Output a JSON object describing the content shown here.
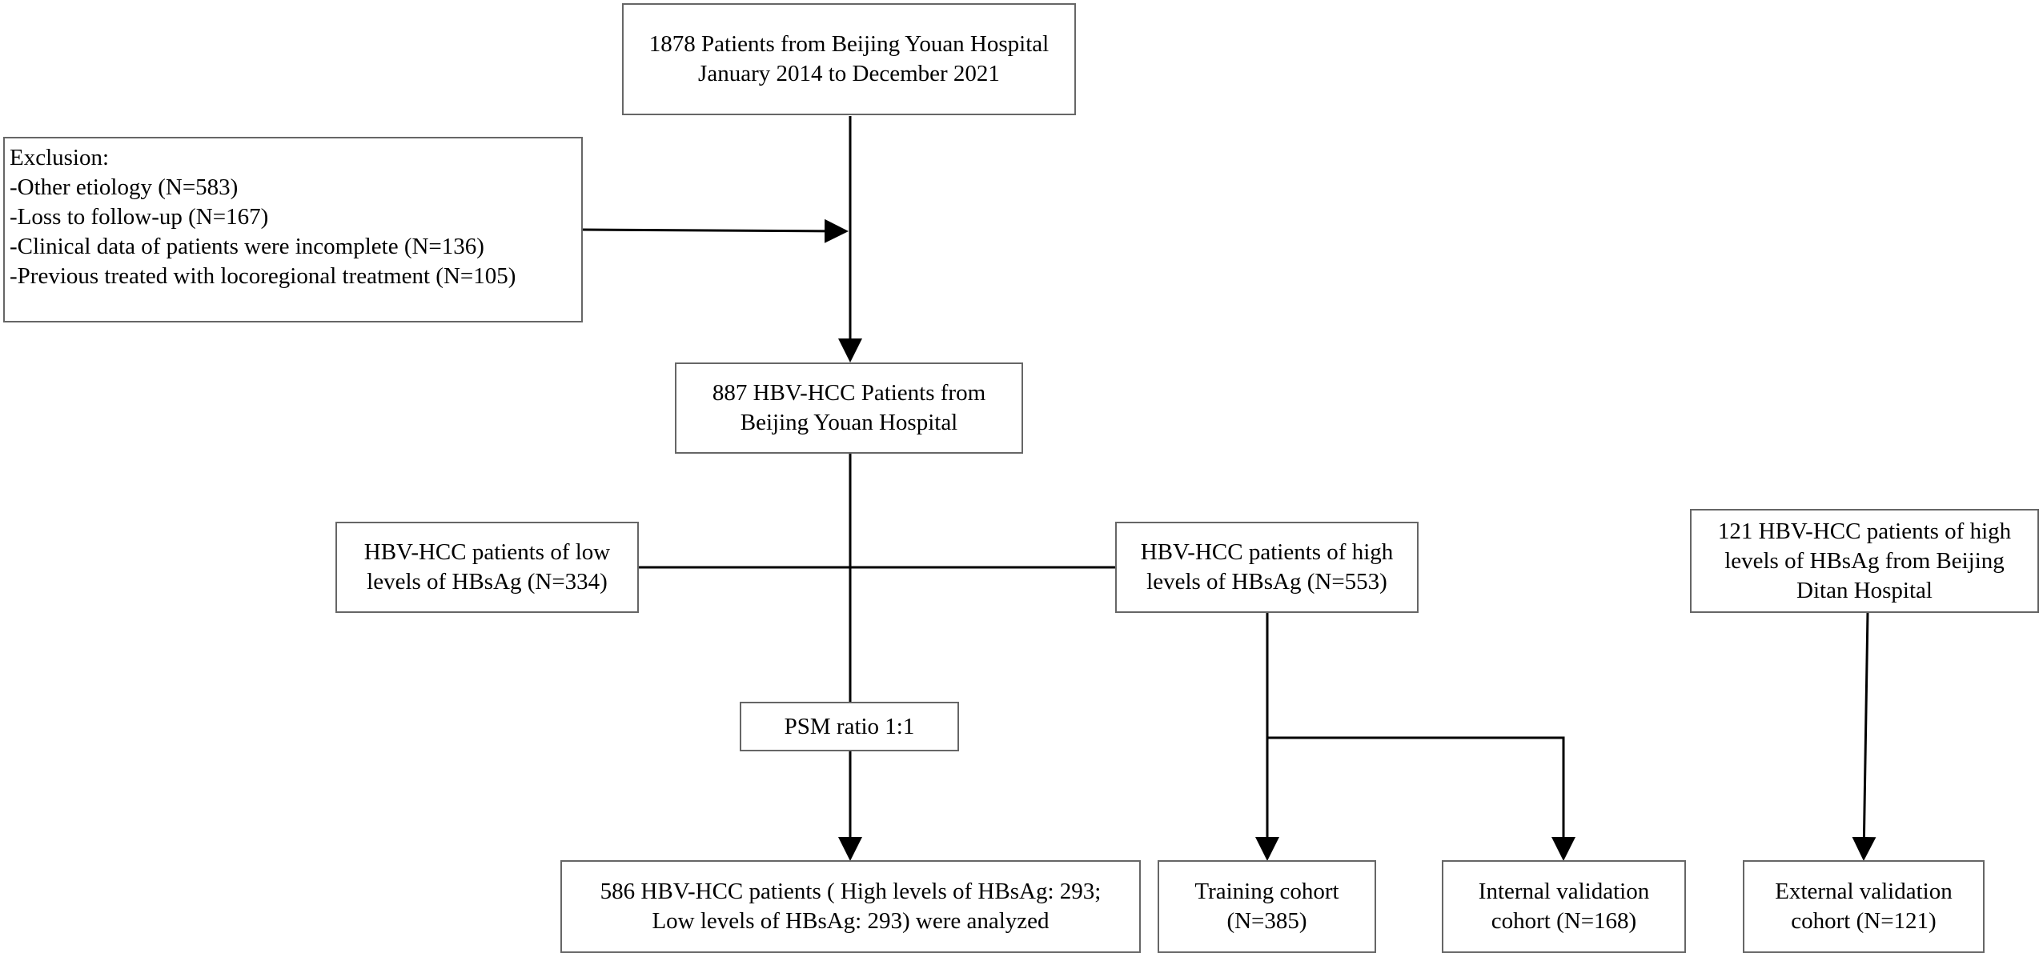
{
  "boxes": {
    "source": {
      "line1": "1878 Patients from Beijing Youan Hospital",
      "line2": "January 2014 to December 2021"
    },
    "exclusion": {
      "title": "Exclusion:",
      "items": [
        "-Other etiology (N=583)",
        "-Loss to follow-up (N=167)",
        "-Clinical data of patients were incomplete (N=136)",
        "-Previous treated with locoregional treatment (N=105)"
      ]
    },
    "included": {
      "line1": "887 HBV-HCC Patients from",
      "line2": "Beijing Youan Hospital"
    },
    "low_hbsag": {
      "line1": "HBV-HCC patients of low",
      "line2": "levels of HBsAg (N=334)"
    },
    "high_hbsag": {
      "line1": "HBV-HCC patients of high",
      "line2": "levels of HBsAg (N=553)"
    },
    "ditan": {
      "line1": "121 HBV-HCC patients of high",
      "line2": "levels of HBsAg from Beijing",
      "line3": "Ditan Hospital"
    },
    "psm": {
      "label": "PSM ratio 1:1"
    },
    "analyzed": {
      "line1": "586 HBV-HCC patients ( High levels of HBsAg: 293;",
      "line2": "Low levels of HBsAg: 293) were analyzed"
    },
    "training": {
      "line1": "Training cohort",
      "line2": "(N=385)"
    },
    "internal": {
      "line1": "Internal validation",
      "line2": "cohort (N=168)"
    },
    "external": {
      "line1": "External validation",
      "line2": "cohort (N=121)"
    }
  },
  "colors": {
    "line": "#000000",
    "box_border": "#666666",
    "text": "#000000"
  }
}
